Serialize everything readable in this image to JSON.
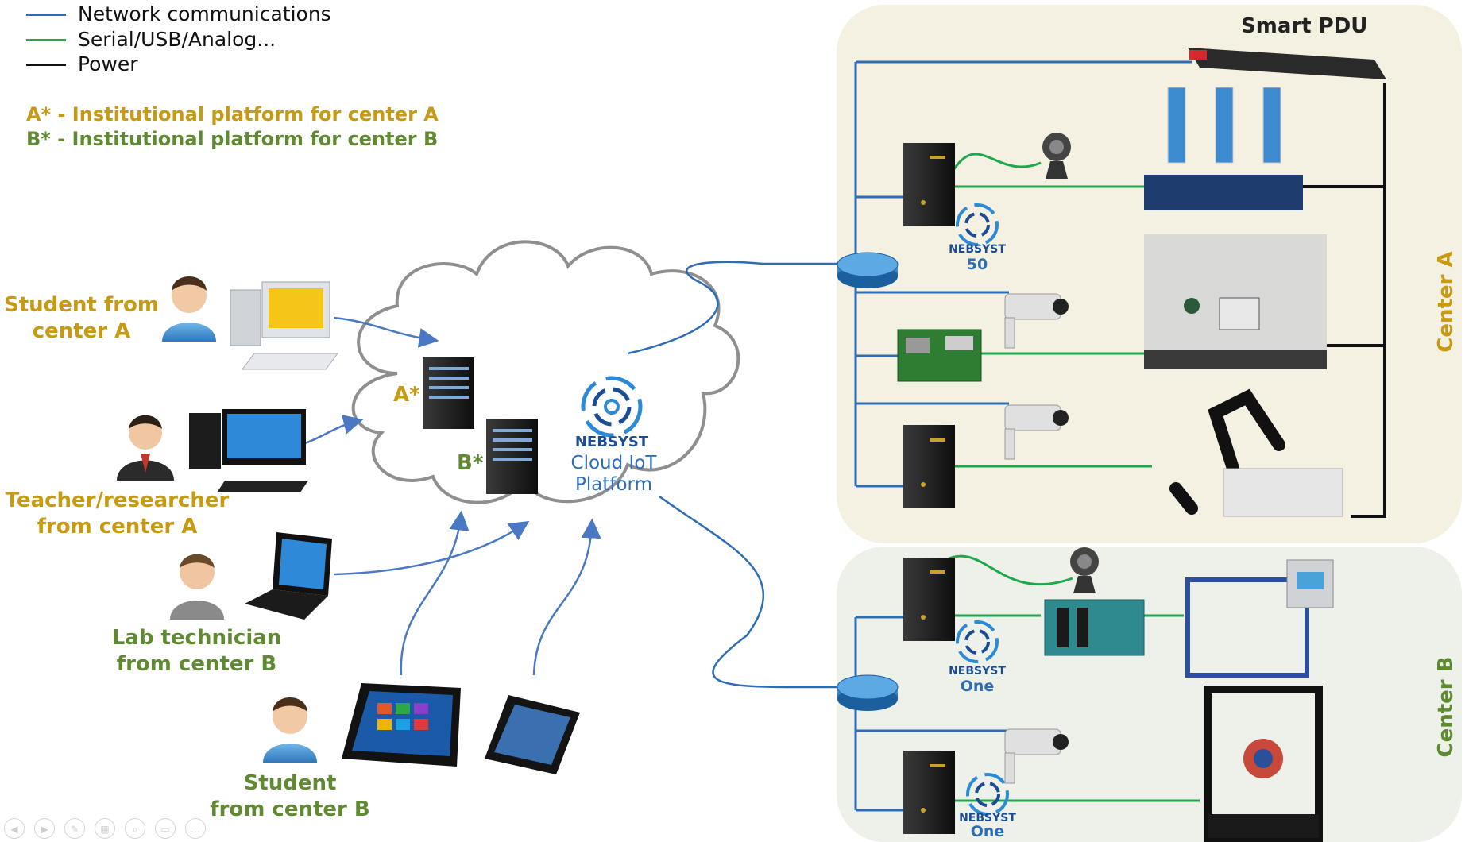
{
  "legend": {
    "items": [
      {
        "label": "Network communications",
        "color": "#2e6db5"
      },
      {
        "label": "Serial/USB/Analog...",
        "color": "#1fa84b"
      },
      {
        "label": "Power",
        "color": "#111111"
      }
    ]
  },
  "notes": {
    "a": "A* - Institutional platform for center A",
    "b": "B* - Institutional platform for center B"
  },
  "colors": {
    "center_a_text": "#c79a12",
    "center_b_text": "#5f8a31",
    "network": "#2e6db5",
    "serial": "#1fa84b",
    "power": "#111111",
    "center_a_bg": "#f5f1e2",
    "center_b_bg": "#eef1ea"
  },
  "users": [
    {
      "label_line1": "Student from",
      "label_line2": "center A",
      "device": "desktop-computer"
    },
    {
      "label_line1": "Teacher/researcher",
      "label_line2": "from center A",
      "device": "desktop-computer"
    },
    {
      "label_line1": "Lab technician",
      "label_line2": "from center B",
      "device": "laptop"
    },
    {
      "label_line1": "Student",
      "label_line2": "from center B",
      "device": "tablet-and-smartphone"
    }
  ],
  "cloud": {
    "server_a_label": "A*",
    "server_b_label": "B*",
    "logo_text": "NEBSYST",
    "platform_line1": "Cloud IoT",
    "platform_line2": "Platform"
  },
  "center_a": {
    "label": "Center A",
    "pdu_label": "Smart PDU",
    "nebsyst_label": "NEBSYST",
    "nebsyst_model": "50"
  },
  "center_b": {
    "label": "Center B",
    "nebsyst_label_1": "NEBSYST",
    "nebsyst_model_1": "One",
    "nebsyst_label_2": "NEBSYST",
    "nebsyst_model_2": "One"
  }
}
